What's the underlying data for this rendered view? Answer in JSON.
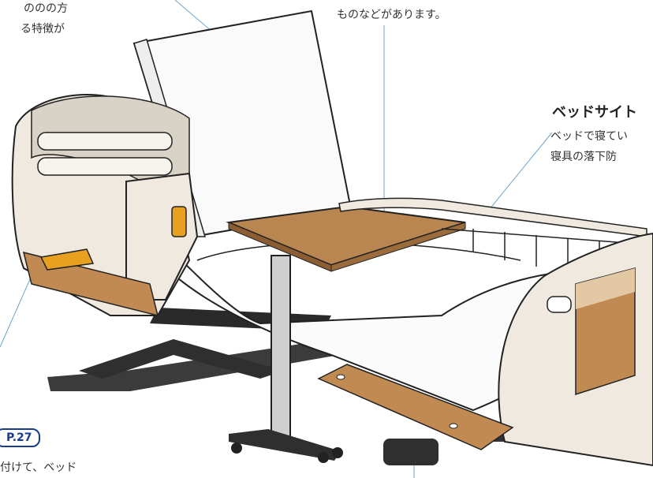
{
  "texts": {
    "top_left_line1": "ののの方",
    "top_left_line2": "る特徴が",
    "top_center": "ものなどがあります。",
    "side_title": "ベッドサイト",
    "side_line1": "ベッドで寝てい",
    "side_line2": "寝具の落下防",
    "page_ref": "P.27",
    "bottom_left": "付けて、ベッド"
  },
  "colors": {
    "frame": "#efe9df",
    "wood": "#c08a52",
    "orange": "#e8a020",
    "dark": "#3b3b3b",
    "leader": "#6aa6cf",
    "accent": "#1a3c8c"
  }
}
